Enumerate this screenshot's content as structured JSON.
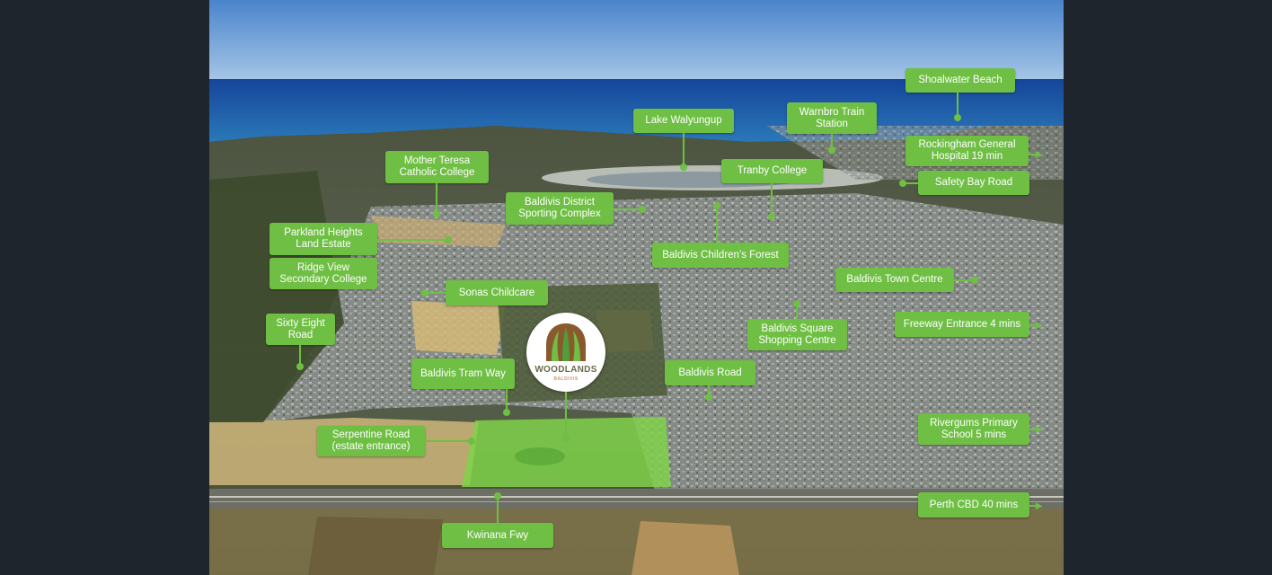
{
  "map": {
    "colors": {
      "label_bg": "#6fbf44",
      "label_text": "#ffffff",
      "ocean": "#1f5fa8",
      "sky": "#5a8fd0",
      "estate_overlay": "#7fd24a"
    },
    "labels": {
      "shoalwater": "Shoalwater Beach",
      "lake_walyungup": "Lake Walyungup",
      "warnbro": "Warnbro Train\nStation",
      "rockingham_hospital": "Rockingham General\nHospital 19 min",
      "safety_bay": "Safety Bay Road",
      "mother_teresa": "Mother Teresa\nCatholic College",
      "tranby": "Tranby College",
      "sporting_complex": "Baldivis District\nSporting Complex",
      "parkland_heights": "Parkland Heights\nLand Estate",
      "childrens_forest": "Baldivis Children’s Forest",
      "ridge_view": "Ridge View\nSecondary College",
      "town_centre": "Baldivis Town Centre",
      "sonas": "Sonas Childcare",
      "freeway_entrance": "Freeway Entrance 4 mins",
      "sixty_eight": "Sixty Eight\nRoad",
      "square_shopping": "Baldivis Square\nShopping Centre",
      "tram_way": "Baldivis Tram Way",
      "baldivis_road": "Baldivis Road",
      "rivergums": "Rivergums Primary\nSchool 5 mins",
      "serpentine": "Serpentine Road\n(estate entrance)",
      "perth_cbd": "Perth CBD 40 mins",
      "kwinana": "Kwinana Fwy"
    },
    "logo": {
      "title": "WOODLANDS",
      "subtitle": "BALDIVIS"
    },
    "icons": {
      "arrow": "right-arrow-icon",
      "pin": "pin-dot-icon"
    }
  }
}
